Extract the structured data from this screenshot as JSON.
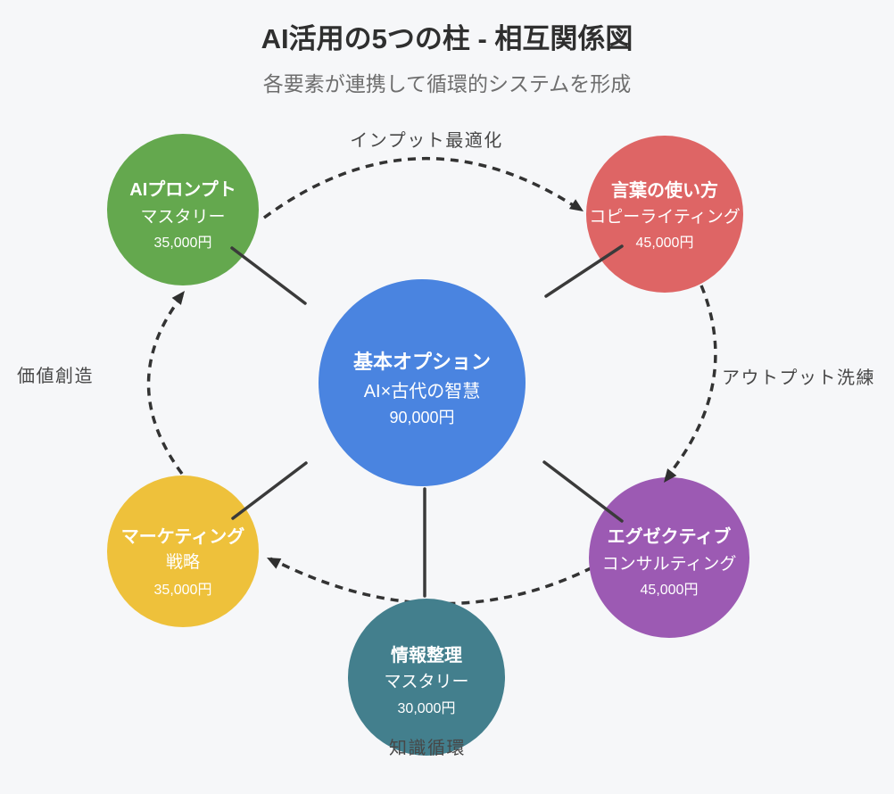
{
  "header": {
    "title": "AI活用の5つの柱 - 相互関係図",
    "subtitle": "各要素が連携して循環的システムを形成"
  },
  "diagram": {
    "center": {
      "title": "基本オプション",
      "subtitle": "AI×古代の智慧",
      "price": "90,000円",
      "color": "#4a84e0"
    },
    "nodes": [
      {
        "title": "AIプロンプト",
        "subtitle": "マスタリー",
        "price": "35,000円",
        "color": "#64a84e"
      },
      {
        "title": "言葉の使い方",
        "subtitle": "コピーライティング",
        "price": "45,000円",
        "color": "#de6565"
      },
      {
        "title": "エグゼクティブ",
        "subtitle": "コンサルティング",
        "price": "45,000円",
        "color": "#9c5ab3"
      },
      {
        "title": "情報整理",
        "subtitle": "マスタリー",
        "price": "30,000円",
        "color": "#437f8d"
      },
      {
        "title": "マーケティング",
        "subtitle": "戦略",
        "price": "35,000円",
        "color": "#eec13b"
      }
    ],
    "cycle_labels": [
      {
        "text": "インプット最適化"
      },
      {
        "text": "アウトプット洗練"
      },
      {
        "text": "知識循環"
      },
      {
        "text": "価値創造"
      }
    ],
    "colors": {
      "connector": "#3a3a3a",
      "cycle_arrow": "#333333",
      "label_text": "#474747",
      "background": "#f6f7f9"
    }
  }
}
